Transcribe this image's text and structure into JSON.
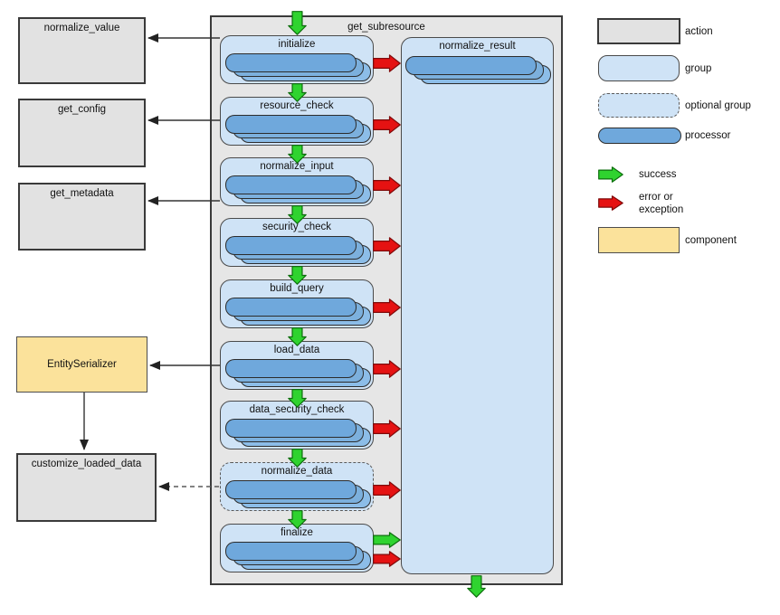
{
  "diagram": {
    "title": "get_subresource",
    "groups": [
      {
        "id": "initialize",
        "label": "initialize",
        "optional": false,
        "outcomes": [
          "error"
        ]
      },
      {
        "id": "resource_check",
        "label": "resource_check",
        "optional": false,
        "outcomes": [
          "error"
        ]
      },
      {
        "id": "normalize_input",
        "label": "normalize_input",
        "optional": false,
        "outcomes": [
          "error"
        ]
      },
      {
        "id": "security_check",
        "label": "security_check",
        "optional": false,
        "outcomes": [
          "error"
        ]
      },
      {
        "id": "build_query",
        "label": "build_query",
        "optional": false,
        "outcomes": [
          "error"
        ]
      },
      {
        "id": "load_data",
        "label": "load_data",
        "optional": false,
        "outcomes": [
          "error"
        ]
      },
      {
        "id": "data_security_check",
        "label": "data_security_check",
        "optional": false,
        "outcomes": [
          "error"
        ]
      },
      {
        "id": "normalize_data",
        "label": "normalize_data",
        "optional": true,
        "outcomes": [
          "error"
        ]
      },
      {
        "id": "finalize",
        "label": "finalize",
        "optional": false,
        "outcomes": [
          "success",
          "error"
        ]
      }
    ],
    "result_group": {
      "id": "normalize_result",
      "label": "normalize_result"
    },
    "external_boxes": [
      {
        "id": "normalize_value",
        "label": "normalize_value",
        "type": "action"
      },
      {
        "id": "get_config",
        "label": "get_config",
        "type": "action"
      },
      {
        "id": "get_metadata",
        "label": "get_metadata",
        "type": "action"
      },
      {
        "id": "EntitySerializer",
        "label": "EntitySerializer",
        "type": "component"
      },
      {
        "id": "customize_loaded_data",
        "label": "customize_loaded_data",
        "type": "action"
      }
    ],
    "legend": [
      {
        "id": "action",
        "label": "action",
        "swatch": "action"
      },
      {
        "id": "group",
        "label": "group",
        "swatch": "group"
      },
      {
        "id": "optional-group",
        "label": "optional group",
        "swatch": "optional-group"
      },
      {
        "id": "processor",
        "label": "processor",
        "swatch": "processor"
      },
      {
        "id": "success",
        "label": "success",
        "swatch": "success-arrow"
      },
      {
        "id": "error",
        "label": "error or exception",
        "swatch": "error-arrow"
      },
      {
        "id": "component",
        "label": "component",
        "swatch": "component"
      }
    ],
    "colors": {
      "success_arrow": "#2fd32f",
      "error_arrow": "#e51212",
      "group_fill": "#cfe3f6",
      "processor_fill": "#6fa8dc",
      "action_fill": "#e2e2e2",
      "component_fill": "#fbe29b",
      "container_fill": "#e6e6e6"
    }
  }
}
